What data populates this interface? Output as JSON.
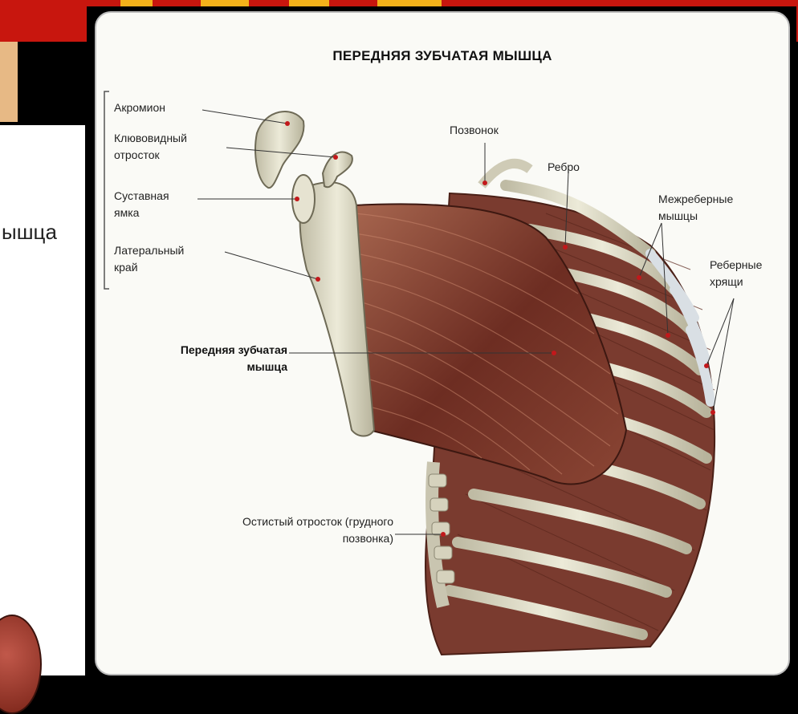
{
  "title": "ПЕРЕДНЯЯ ЗУБЧАТАЯ МЫШЦА",
  "background_fragment": "ышца",
  "labels": {
    "acromion": "Акромион",
    "coracoid": [
      "Клювовидный",
      "отросток"
    ],
    "glenoid": [
      "Суставная",
      "ямка"
    ],
    "lateral_border": [
      "Латеральный",
      "край"
    ],
    "vertebra": "Позвонок",
    "rib": "Ребро",
    "intercostal": [
      "Межреберные",
      "мышцы"
    ],
    "cartilage": [
      "Реберные",
      "хрящи"
    ],
    "serratus": [
      "Передняя зубчатая",
      "мышца"
    ],
    "spinous": [
      "Остистый отросток (грудного",
      "позвонка)"
    ]
  },
  "colors": {
    "slide_red": "#c8160e",
    "slide_gold": "#f4b21a",
    "card_background": "#fafaf6",
    "muscle": "#7e3a2c",
    "bone": "#dcd8c4"
  }
}
